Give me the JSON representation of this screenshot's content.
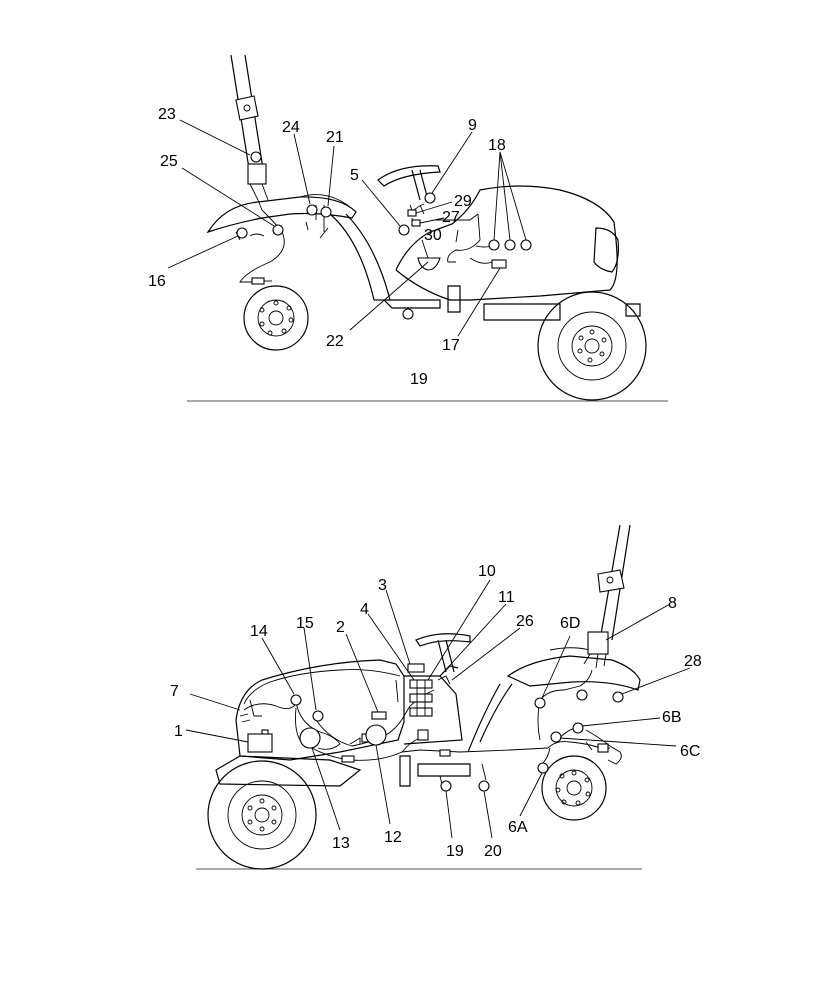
{
  "top_view": {
    "callouts": [
      "23",
      "24",
      "21",
      "9",
      "18",
      "25",
      "5",
      "29",
      "27",
      "30",
      "16",
      "22",
      "17",
      "19"
    ]
  },
  "bottom_view": {
    "callouts": [
      "3",
      "10",
      "11",
      "4",
      "26",
      "14",
      "15",
      "2",
      "6D",
      "8",
      "28",
      "7",
      "1",
      "6B",
      "6C",
      "13",
      "12",
      "6A",
      "19",
      "20"
    ]
  }
}
